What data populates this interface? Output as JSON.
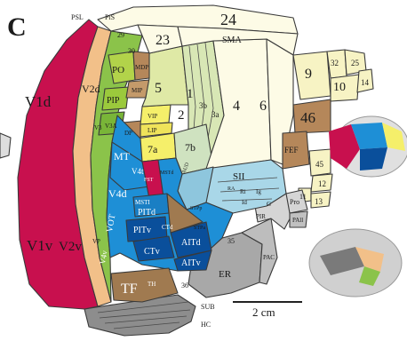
{
  "panel_letter": "C",
  "scale_bar_label": "2 cm",
  "colors": {
    "v1": "#c8104e",
    "v2": "#f2c089",
    "dorsal_green": "#8bc34a",
    "parietal_yellow": "#f5ef6a",
    "motor_frontal": "#fdfbe6",
    "pale_yellow": "#f7f3c4",
    "brown": "#b5875a",
    "ventral_blue": "#1e8fd6",
    "deep_blue": "#0a4f9b",
    "light_blue": "#a9d7e8",
    "grey": "#9a9a9a",
    "sensory_blue": "#8ec6dd",
    "tf_brown": "#a07a50"
  },
  "labels": {
    "psl": "PSL",
    "pis": "PiS",
    "a24": "24",
    "a29": "29",
    "a30": "30",
    "a23": "23",
    "sma": "SMA",
    "a9": "9",
    "a32": "32",
    "a25": "25",
    "a10": "10",
    "a14": "14",
    "a46": "46",
    "fef": "FEF",
    "a45": "45",
    "a12": "12",
    "a11": "11",
    "a13": "13",
    "a4": "4",
    "a6": "6",
    "a3a": "3a",
    "a3b": "3b",
    "a1": "1",
    "a2": "2",
    "a5": "5",
    "a7b": "7b",
    "a7a": "7a",
    "po": "PO",
    "mdp": "MDP",
    "mip": "MIP",
    "pip": "PIP",
    "v3": "V3",
    "v3a": "V3A",
    "dp": "DP",
    "lip": "LIP",
    "vip": "VIP",
    "mt": "MT",
    "v4t": "V4t",
    "fst": "FST",
    "mstd": "MSTd",
    "msti": "MSTI",
    "pitd": "PITd",
    "pitv": "PITv",
    "ctv": "CTv",
    "ctd": "CTd",
    "aitd": "AITd",
    "aitv": "AITv",
    "stpp": "STPp",
    "stpa": "STPa",
    "v4d": "V4d",
    "vot": "VOT",
    "vp": "VP",
    "v4v": "V4v",
    "v1d": "V1d",
    "v1v": "V1v",
    "v2d": "V2d",
    "v2v": "V2v",
    "tf": "TF",
    "th": "TH",
    "a36": "36",
    "a35": "35",
    "er": "ER",
    "pac": "PAC",
    "sub": "SUB",
    "hc": "HC",
    "pir": "PIR",
    "pro": "Pro",
    "pall": "PAll",
    "sii": "SII",
    "ri": "Ri",
    "ig": "Ig",
    "id": "Id",
    "g": "G",
    "ra": "RA",
    "aud": "AUD"
  }
}
